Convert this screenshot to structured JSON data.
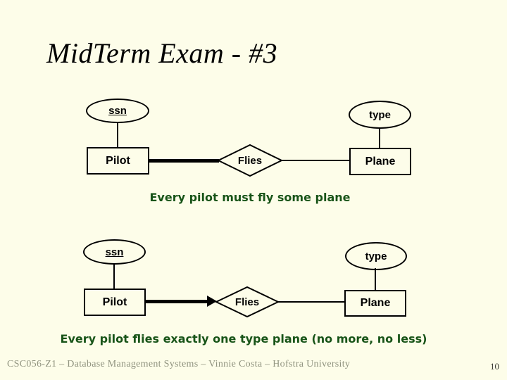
{
  "slide": {
    "title": "MidTerm Exam - #3",
    "footer": "CSC056-Z1 – Database Management Systems – Vinnie Costa – Hofstra University",
    "page_number": "10"
  },
  "diagrams": [
    {
      "key_attribute": "ssn",
      "entity_left": "Pilot",
      "relationship": "Flies",
      "entity_right": "Plane",
      "right_attribute": "type",
      "caption": "Every pilot must fly some plane"
    },
    {
      "key_attribute": "ssn",
      "entity_left": "Pilot",
      "relationship": "Flies",
      "entity_right": "Plane",
      "right_attribute": "type",
      "caption": "Every pilot flies exactly one type plane (no more, no less)"
    }
  ],
  "colors": {
    "background": "#fdfde9",
    "caption_green": "#185418",
    "shape_ink": "#000000",
    "footer_gray": "#90937f",
    "page_number_gray": "#3c3c34"
  }
}
